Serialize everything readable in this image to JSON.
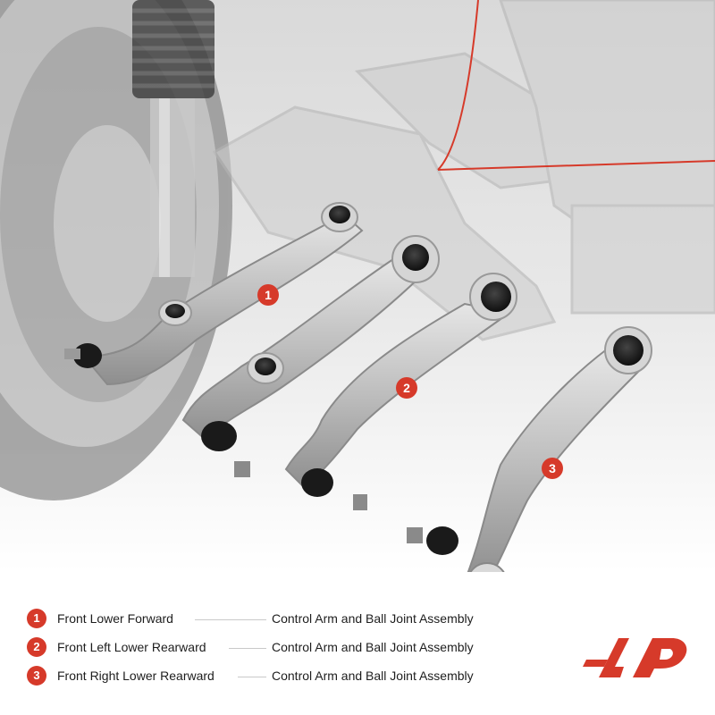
{
  "callouts": [
    "1",
    "2",
    "3"
  ],
  "legend": [
    {
      "num": "1",
      "name": "Front Lower Forward",
      "desc": "Control Arm and Ball Joint Assembly"
    },
    {
      "num": "2",
      "name": "Front Left Lower Rearward",
      "desc": "Control Arm and Ball Joint Assembly"
    },
    {
      "num": "3",
      "name": "Front Right Lower Rearward",
      "desc": "Control Arm and Ball Joint Assembly"
    }
  ],
  "colors": {
    "accent": "#d63a2a",
    "text": "#1d1d1d",
    "metal": "#c8c8c8",
    "bushing": "#1a1a1a"
  },
  "icons": [
    "brand-logo"
  ]
}
